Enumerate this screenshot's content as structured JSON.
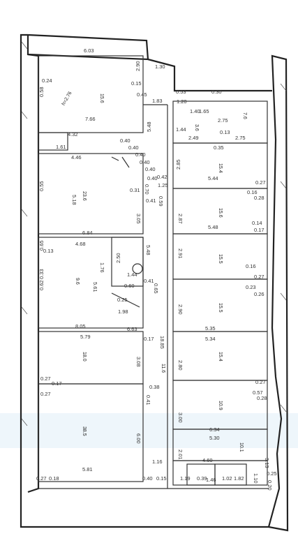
{
  "dimensions": [
    "6.03",
    "2.90",
    "1.30",
    "0.24",
    "0.58",
    "4.32",
    "7.66",
    "0.15",
    "0.45",
    "1.83",
    "0.53",
    "0.30",
    "1.20",
    "1.40",
    "1.65",
    "2.75",
    "5.48",
    "1.44",
    "2.49",
    "0.35",
    "2.75",
    "0.13",
    "0.40",
    "0.40",
    "4.46",
    "1.61",
    "0.40",
    "0.40",
    "0.40",
    "2.85",
    "5.44",
    "0.27",
    "0.55",
    "5.18",
    "0.31",
    "0.40",
    "0.42",
    "1.25",
    "0.41",
    "0.59",
    "0.70",
    "3.05",
    "2.87",
    "0.16",
    "0.28",
    "5.48",
    "0.14",
    "0.17",
    "6.84",
    "0.65",
    "0.13",
    "4.68",
    "1.76",
    "2.50",
    "5.48",
    "2.91",
    "0.16",
    "0.27",
    "0.33",
    "0.62",
    "1.44",
    "0.41",
    "0.65",
    "0.60",
    "0.23",
    "0.26",
    "2.90",
    "5.61",
    "0.25",
    "1.98",
    "5.35",
    "6.63",
    "8.05",
    "18.85",
    "0.17",
    "5.79",
    "5.34",
    "3.08",
    "2.80",
    "0.27",
    "0.17",
    "0.38",
    "0.27",
    "0.27",
    "0.41",
    "0.57",
    "0.28",
    "3.00",
    "6.34",
    "6.00",
    "5.30",
    "2.01",
    "4.60",
    "3.13",
    "1.16",
    "0.25",
    "5.81",
    "0.27",
    "0.18",
    "0.40",
    "0.15",
    "1.19",
    "0.39",
    "1.46",
    "1.02",
    "1.82",
    "1.10",
    "0.20"
  ],
  "room_labels": [
    "15.6",
    "7.6",
    "3.6",
    "15.4",
    "23.6",
    "15.6",
    "15.5",
    "15.5",
    "15.4",
    "10.9",
    "18.0",
    "9.6",
    "38.5",
    "11.6",
    "10.1"
  ],
  "notes": [
    "h=2.76"
  ]
}
